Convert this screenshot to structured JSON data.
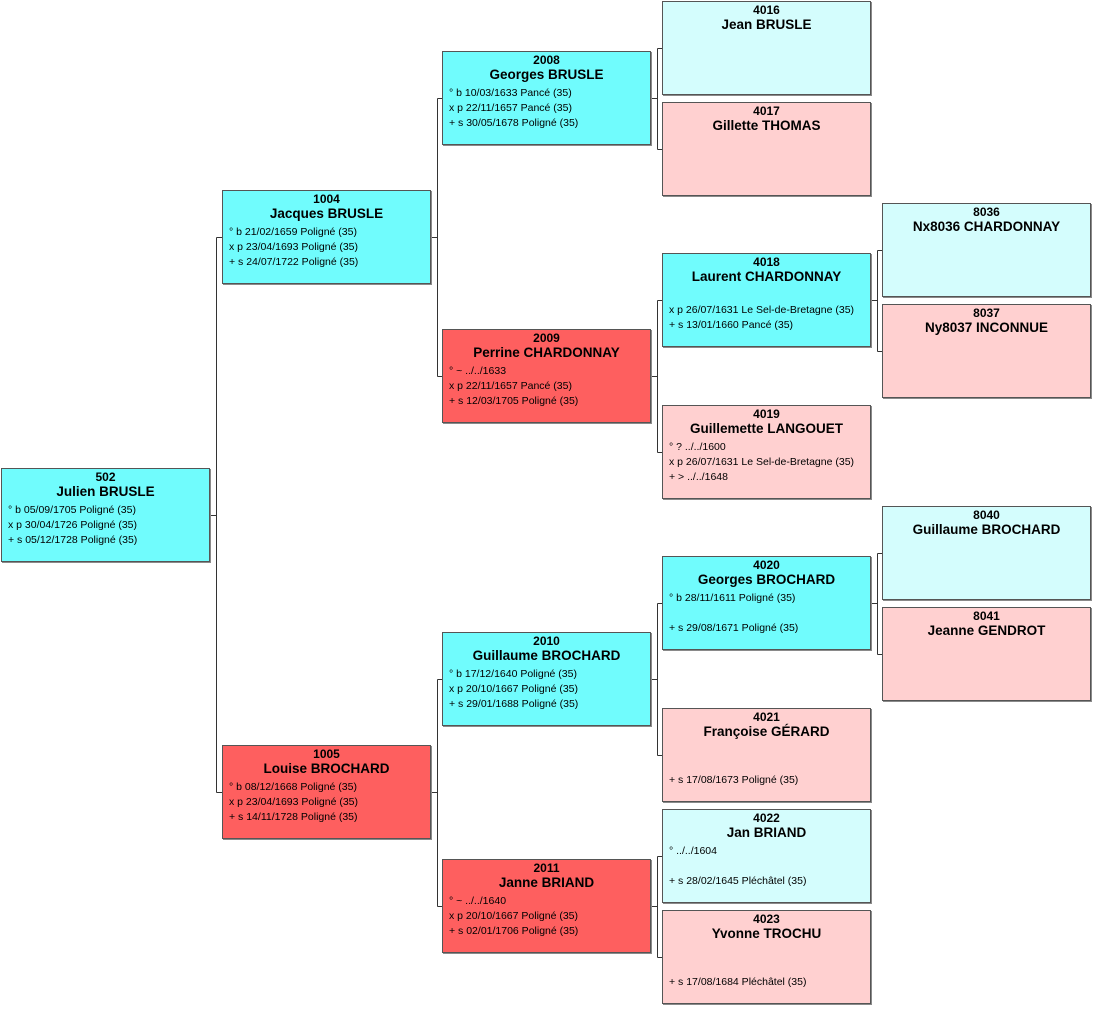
{
  "colors": {
    "male_filled": "#70fcfd",
    "female_filled": "#fe5f5f",
    "male_light": "#d4fdfd",
    "female_light": "#ffd0d0",
    "border": "#555555",
    "line": "#333333"
  },
  "persons": [
    {
      "id": "p502",
      "sosa": "502",
      "name": "Julien BRUSLE",
      "style": "male_filled",
      "events": [
        "° b 05/09/1705 Poligné (35)",
        "x p 30/04/1726 Poligné (35)",
        "+ s 05/12/1728 Poligné (35)"
      ]
    },
    {
      "id": "p1004",
      "sosa": "1004",
      "name": "Jacques BRUSLE",
      "style": "male_filled",
      "events": [
        "° b 21/02/1659 Poligné (35)",
        "x p 23/04/1693 Poligné (35)",
        "+ s 24/07/1722 Poligné (35)"
      ]
    },
    {
      "id": "p1005",
      "sosa": "1005",
      "name": "Louise BROCHARD",
      "style": "female_filled",
      "events": [
        "° b 08/12/1668 Poligné (35)",
        "x p 23/04/1693 Poligné (35)",
        "+ s 14/11/1728 Poligné (35)"
      ]
    },
    {
      "id": "p2008",
      "sosa": "2008",
      "name": "Georges BRUSLE",
      "style": "male_filled",
      "events": [
        "° b 10/03/1633 Pancé (35)",
        "x p 22/11/1657 Pancé (35)",
        "+ s 30/05/1678 Poligné (35)"
      ]
    },
    {
      "id": "p2009",
      "sosa": "2009",
      "name": "Perrine CHARDONNAY",
      "style": "female_filled",
      "events": [
        "° ~ ../../1633",
        "x p 22/11/1657 Pancé (35)",
        "+ s 12/03/1705 Poligné (35)"
      ]
    },
    {
      "id": "p2010",
      "sosa": "2010",
      "name": "Guillaume BROCHARD",
      "style": "male_filled",
      "events": [
        "° b 17/12/1640 Poligné (35)",
        "x p 20/10/1667 Poligné (35)",
        "+ s 29/01/1688 Poligné (35)"
      ]
    },
    {
      "id": "p2011",
      "sosa": "2011",
      "name": "Janne BRIAND",
      "style": "female_filled",
      "events": [
        "° ~ ../../1640",
        "x p 20/10/1667 Poligné (35)",
        "+ s 02/01/1706 Poligné (35)"
      ]
    },
    {
      "id": "p4016",
      "sosa": "4016",
      "name": "Jean BRUSLE",
      "style": "male_light",
      "events": []
    },
    {
      "id": "p4017",
      "sosa": "4017",
      "name": "Gillette THOMAS",
      "style": "female_light",
      "events": []
    },
    {
      "id": "p4018",
      "sosa": "4018",
      "name": "Laurent CHARDONNAY",
      "style": "male_filled",
      "events": [
        "",
        "x p 26/07/1631 Le Sel-de-Bretagne (35)",
        "+ s 13/01/1660 Pancé (35)"
      ]
    },
    {
      "id": "p4019",
      "sosa": "4019",
      "name": "Guillemette LANGOUET",
      "style": "female_light",
      "events": [
        "° ? ../../1600",
        "x p 26/07/1631 Le Sel-de-Bretagne (35)",
        "+ > ../../1648"
      ]
    },
    {
      "id": "p4020",
      "sosa": "4020",
      "name": "Georges BROCHARD",
      "style": "male_filled",
      "events": [
        "° b 28/11/1611 Poligné (35)",
        "",
        "+ s 29/08/1671 Poligné (35)"
      ]
    },
    {
      "id": "p4021",
      "sosa": "4021",
      "name": "Françoise GÉRARD",
      "style": "female_light",
      "events": [
        "",
        "",
        "+ s 17/08/1673 Poligné (35)"
      ]
    },
    {
      "id": "p4022",
      "sosa": "4022",
      "name": "Jan BRIAND",
      "style": "male_light",
      "events": [
        "° ../../1604",
        "",
        "+ s 28/02/1645 Pléchâtel (35)"
      ]
    },
    {
      "id": "p4023",
      "sosa": "4023",
      "name": "Yvonne TROCHU",
      "style": "female_light",
      "events": [
        "",
        "",
        "+ s 17/08/1684 Pléchâtel (35)"
      ]
    },
    {
      "id": "p8036",
      "sosa": "8036",
      "name": "Nx8036 CHARDONNAY",
      "style": "male_light",
      "events": []
    },
    {
      "id": "p8037",
      "sosa": "8037",
      "name": "Ny8037 INCONNUE",
      "style": "female_light",
      "events": []
    },
    {
      "id": "p8040",
      "sosa": "8040",
      "name": "Guillaume BROCHARD",
      "style": "male_light",
      "events": []
    },
    {
      "id": "p8041",
      "sosa": "8041",
      "name": "Jeanne GENDROT",
      "style": "female_light",
      "events": []
    }
  ],
  "links": [
    {
      "child": "p502",
      "father": "p1004",
      "mother": "p1005"
    },
    {
      "child": "p1004",
      "father": "p2008",
      "mother": "p2009"
    },
    {
      "child": "p1005",
      "father": "p2010",
      "mother": "p2011"
    },
    {
      "child": "p2008",
      "father": "p4016",
      "mother": "p4017"
    },
    {
      "child": "p2009",
      "father": "p4018",
      "mother": "p4019"
    },
    {
      "child": "p2010",
      "father": "p4020",
      "mother": "p4021"
    },
    {
      "child": "p2011",
      "father": "p4022",
      "mother": "p4023"
    },
    {
      "child": "p4018",
      "father": "p8036",
      "mother": "p8037"
    },
    {
      "child": "p4020",
      "father": "p8040",
      "mother": "p8041"
    }
  ]
}
